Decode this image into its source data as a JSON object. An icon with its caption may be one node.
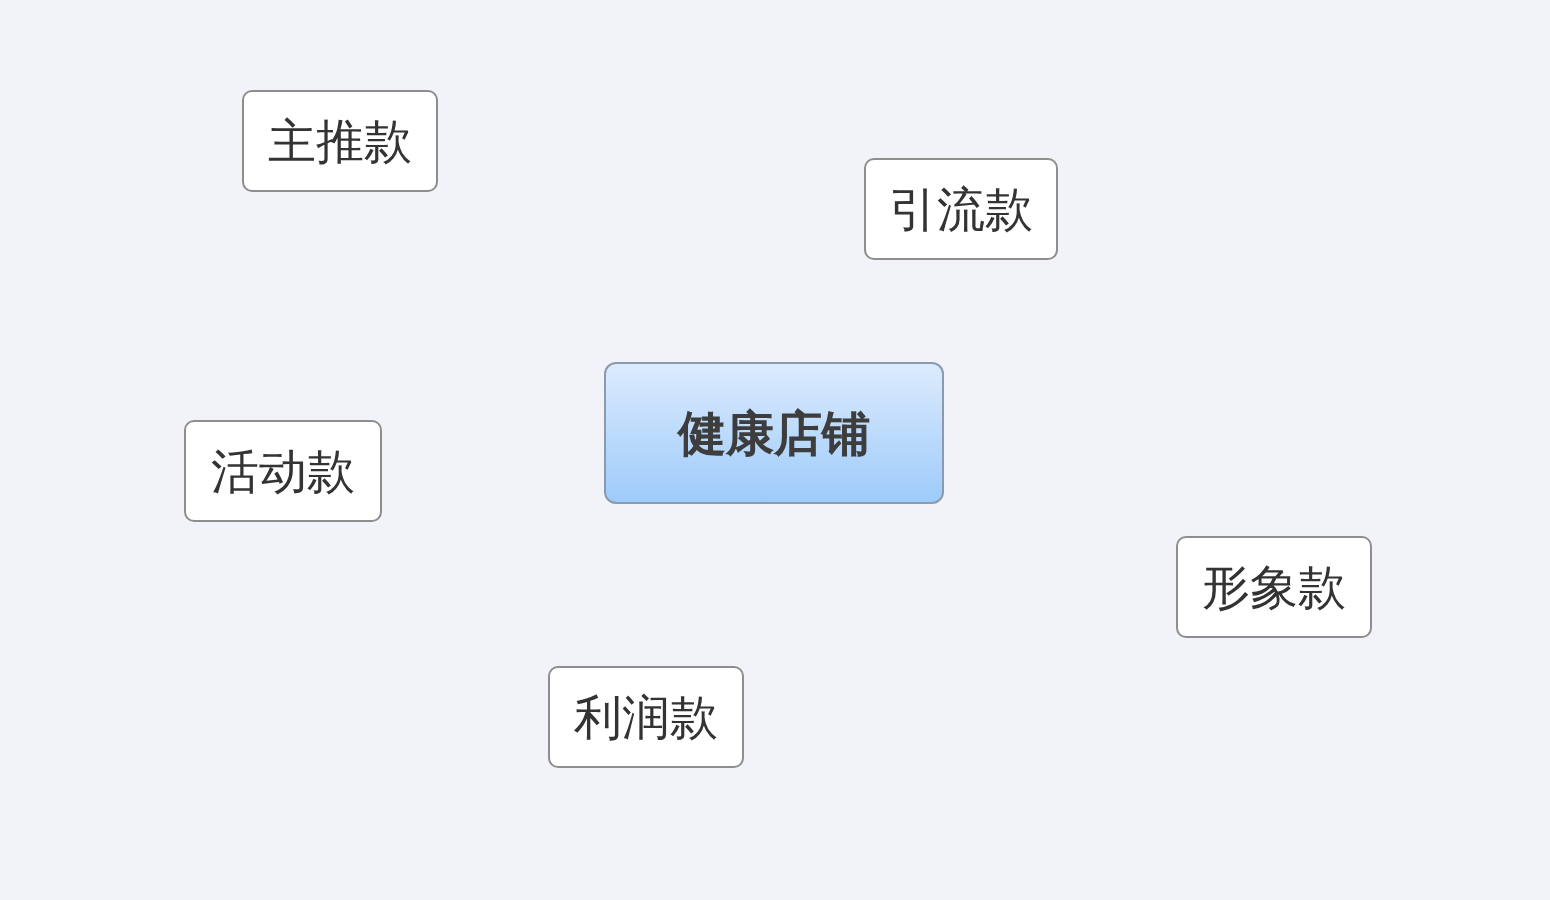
{
  "diagram": {
    "nodes": [
      {
        "text": [
          "健康店铺"
        ]
      },
      {
        "text": [
          "主推款"
        ]
      },
      {
        "text": [
          "引流款"
        ]
      },
      {
        "text": [
          "活动款"
        ]
      },
      {
        "text": [
          "形象款"
        ]
      },
      {
        "text": [
          "利润款"
        ]
      }
    ]
  }
}
